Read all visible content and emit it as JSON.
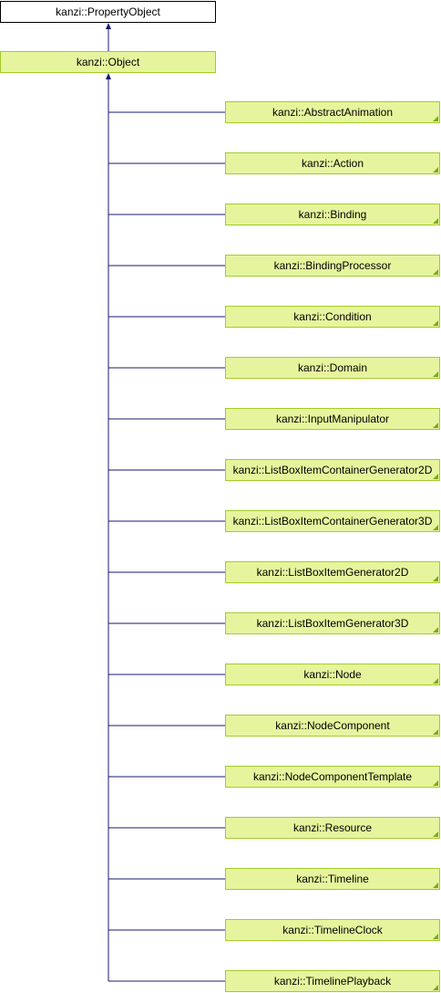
{
  "diagram": {
    "root": {
      "label": "kanzi::PropertyObject"
    },
    "parent": {
      "label": "kanzi::Object"
    },
    "children": [
      {
        "label": "kanzi::AbstractAnimation"
      },
      {
        "label": "kanzi::Action"
      },
      {
        "label": "kanzi::Binding"
      },
      {
        "label": "kanzi::BindingProcessor"
      },
      {
        "label": "kanzi::Condition"
      },
      {
        "label": "kanzi::Domain"
      },
      {
        "label": "kanzi::InputManipulator"
      },
      {
        "label": "kanzi::ListBoxItemContainerGenerator2D"
      },
      {
        "label": "kanzi::ListBoxItemContainerGenerator3D"
      },
      {
        "label": "kanzi::ListBoxItemGenerator2D"
      },
      {
        "label": "kanzi::ListBoxItemGenerator3D"
      },
      {
        "label": "kanzi::Node"
      },
      {
        "label": "kanzi::NodeComponent"
      },
      {
        "label": "kanzi::NodeComponentTemplate"
      },
      {
        "label": "kanzi::Resource"
      },
      {
        "label": "kanzi::Timeline"
      },
      {
        "label": "kanzi::TimelineClock"
      },
      {
        "label": "kanzi::TimelinePlayback"
      }
    ],
    "colors": {
      "edge": "#191970",
      "node_fill": "#e6f59d",
      "node_border": "#a3cc29",
      "root_fill": "#ffffff",
      "root_border": "#000000"
    }
  }
}
